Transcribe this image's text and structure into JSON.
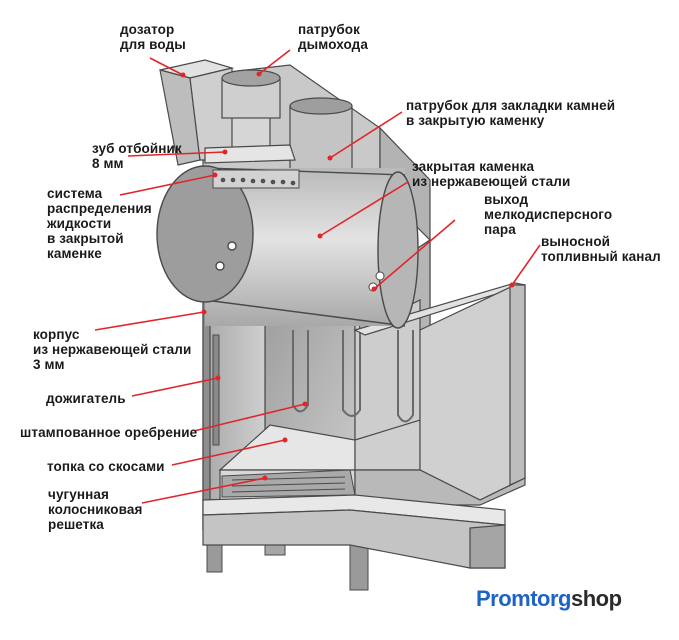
{
  "labels": {
    "water_dispenser": "дозатор\nдля воды",
    "chimney_pipe": "патрубок\nдымохода",
    "stone_loading_pipe": "патрубок для закладки камней\nв закрытую каменку",
    "deflector_tooth": "зуб отбойник\n8 мм",
    "liquid_distribution": "система\nраспределения\nжидкости\nв закрытой\nкаменке",
    "closed_heater": "закрытая каменка\nиз нержавеющей стали",
    "steam_outlet": "выход\nмелкодисперсного\nпара",
    "fuel_channel": "выносной\nтопливный канал",
    "body": "корпус\nиз нержавеющей стали\n3 мм",
    "afterburner": "дожигатель",
    "stamped_ribbing": "штампованное оребрение",
    "firebox": "топка со скосами",
    "cast_iron_grate": "чугунная\nколосниковая\nрешетка"
  },
  "logo": {
    "part1": "Promtorg",
    "part2": "shop"
  },
  "colors": {
    "leader": "#e0262a",
    "label": "#1a1a1a",
    "logo_blue": "#1f63c7",
    "steel_light": "#d9d9d9",
    "steel_mid": "#bdbdbd",
    "steel_dark": "#8f8f8f",
    "edge": "#4a4a4a"
  }
}
